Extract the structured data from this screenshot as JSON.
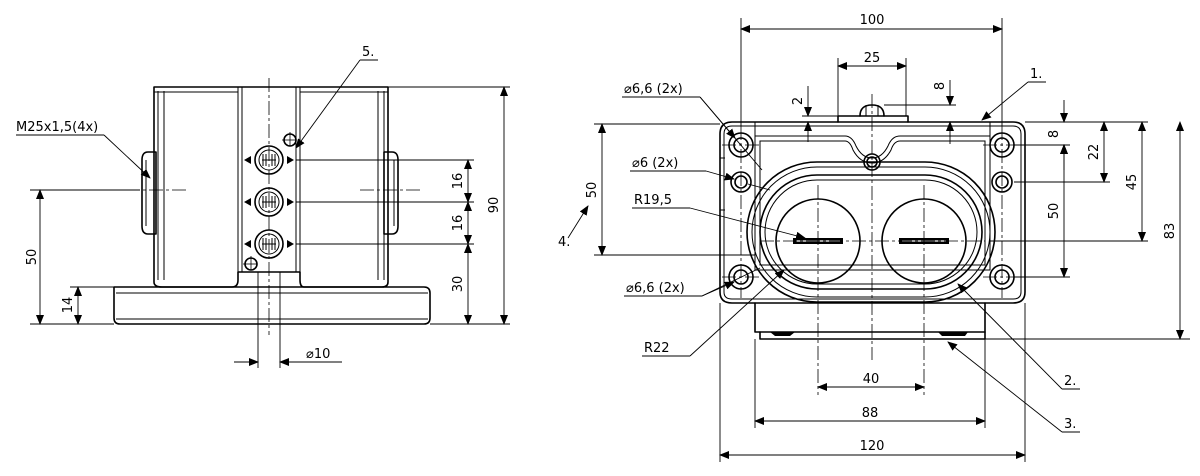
{
  "left_view": {
    "thread_label": "M25x1,5(4x)",
    "callout_5": "5.",
    "dims": {
      "d16a": "16",
      "d16b": "16",
      "d30": "30",
      "d90": "90",
      "d50": "50",
      "d14": "14",
      "dia10": "⌀10"
    }
  },
  "right_view": {
    "dims": {
      "d100": "100",
      "d25": "25",
      "d2": "2",
      "d8top": "8",
      "d8right": "8",
      "d22": "22",
      "d45": "45",
      "d50right": "50",
      "d83": "83",
      "d50left": "50",
      "d40": "40",
      "d88": "88",
      "d120": "120"
    },
    "hole_66_top": "⌀6,6 (2x)",
    "hole_6": "⌀6 (2x)",
    "radius_195": "R19,5",
    "hole_66_bottom": "⌀6,6 (2x)",
    "radius_22": "R22",
    "callouts": {
      "c1": "1.",
      "c2": "2.",
      "c3": "3.",
      "c4": "4."
    }
  }
}
